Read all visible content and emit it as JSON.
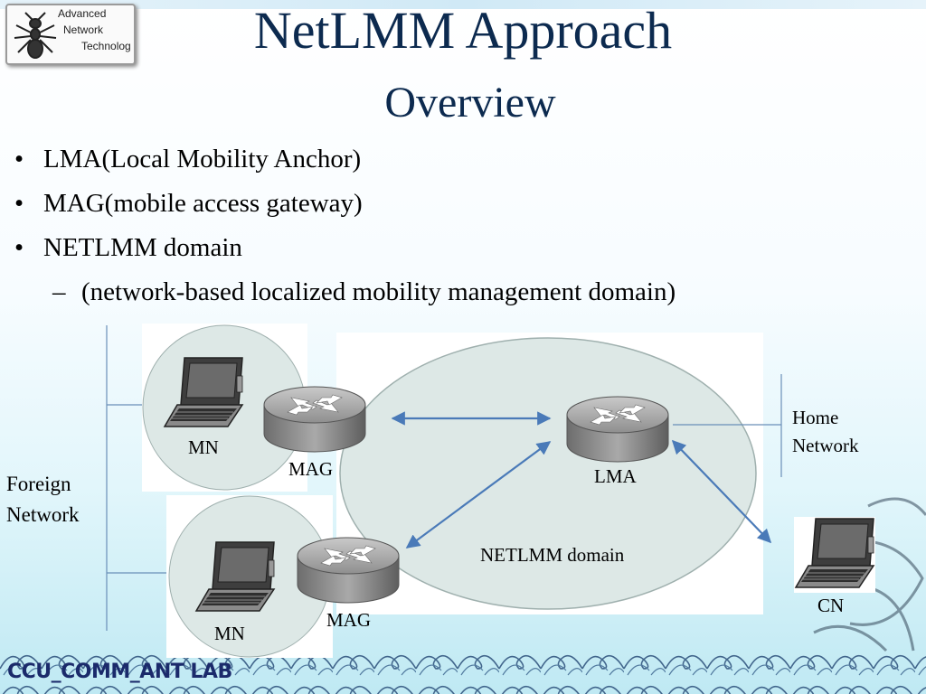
{
  "title": "NetLMM Approach",
  "subtitle": "Overview",
  "logo": {
    "line1": "Advanced",
    "line2": "Network",
    "line3": "Technolog"
  },
  "bullets": [
    "LMA(Local Mobility Anchor)",
    "MAG(mobile access gateway)",
    "NETLMM domain"
  ],
  "sub_bullet": "(network-based localized mobility management domain)",
  "bullet_marker": "•",
  "sub_marker": "–",
  "diagram": {
    "mn_top": "MN",
    "mag_top": "MAG",
    "lma": "LMA",
    "domain": "NETLMM domain",
    "home_line1": "Home",
    "home_line2": "Network",
    "foreign_line1": "Foreign",
    "foreign_line2": "Network",
    "mn_bottom": "MN",
    "mag_bottom": "MAG",
    "cn": "CN"
  },
  "footer": "CCU_COMM_ANT LAB",
  "colors": {
    "title": "#0c2a4f",
    "arrow": "#4a7ab8",
    "domain_fill": "#dde8e6",
    "footer": "#1b2a6b"
  }
}
